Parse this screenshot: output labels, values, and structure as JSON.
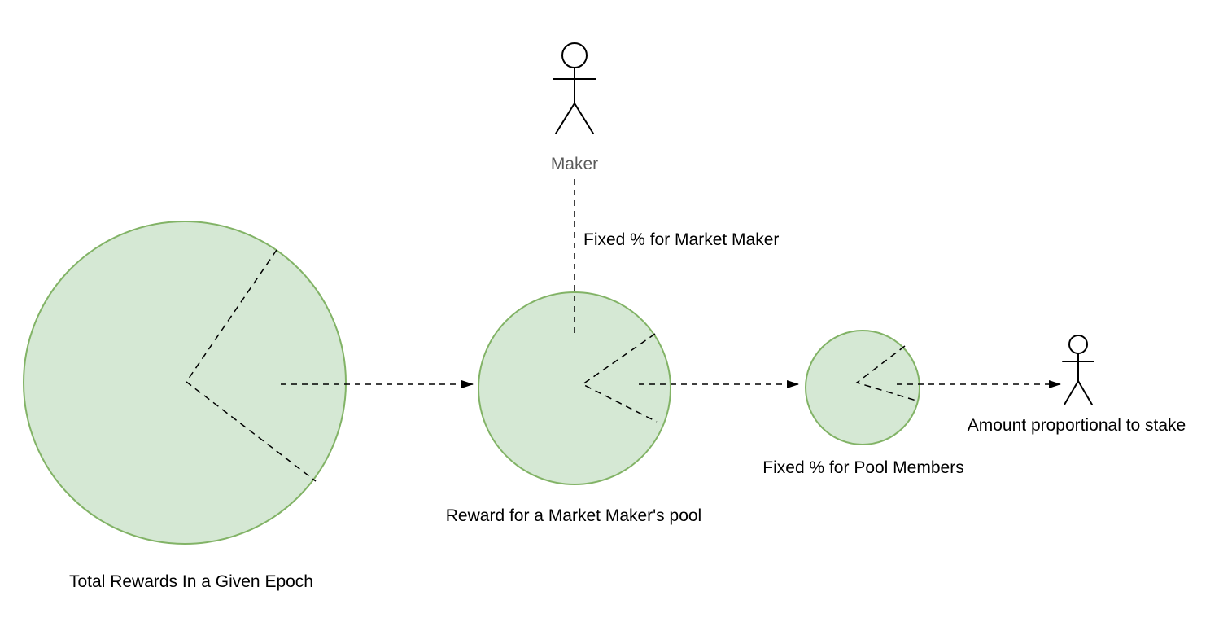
{
  "diagram": {
    "colors": {
      "circle_fill": "#d5e8d4",
      "circle_stroke": "#82b366",
      "connector_color": "#000000",
      "maker_label_color": "#595959"
    },
    "nodes": {
      "total_rewards": {
        "label": "Total Rewards In a Given Epoch"
      },
      "pool_reward": {
        "label": "Reward for a Market Maker's pool"
      },
      "pool_members": {
        "label": "Fixed % for Pool Members"
      }
    },
    "actors": {
      "maker": {
        "label": "Maker"
      },
      "staker": {
        "label": "Amount proportional to stake"
      }
    },
    "connectors": {
      "maker_to_pool": {
        "label": "Fixed % for Market Maker"
      }
    }
  }
}
